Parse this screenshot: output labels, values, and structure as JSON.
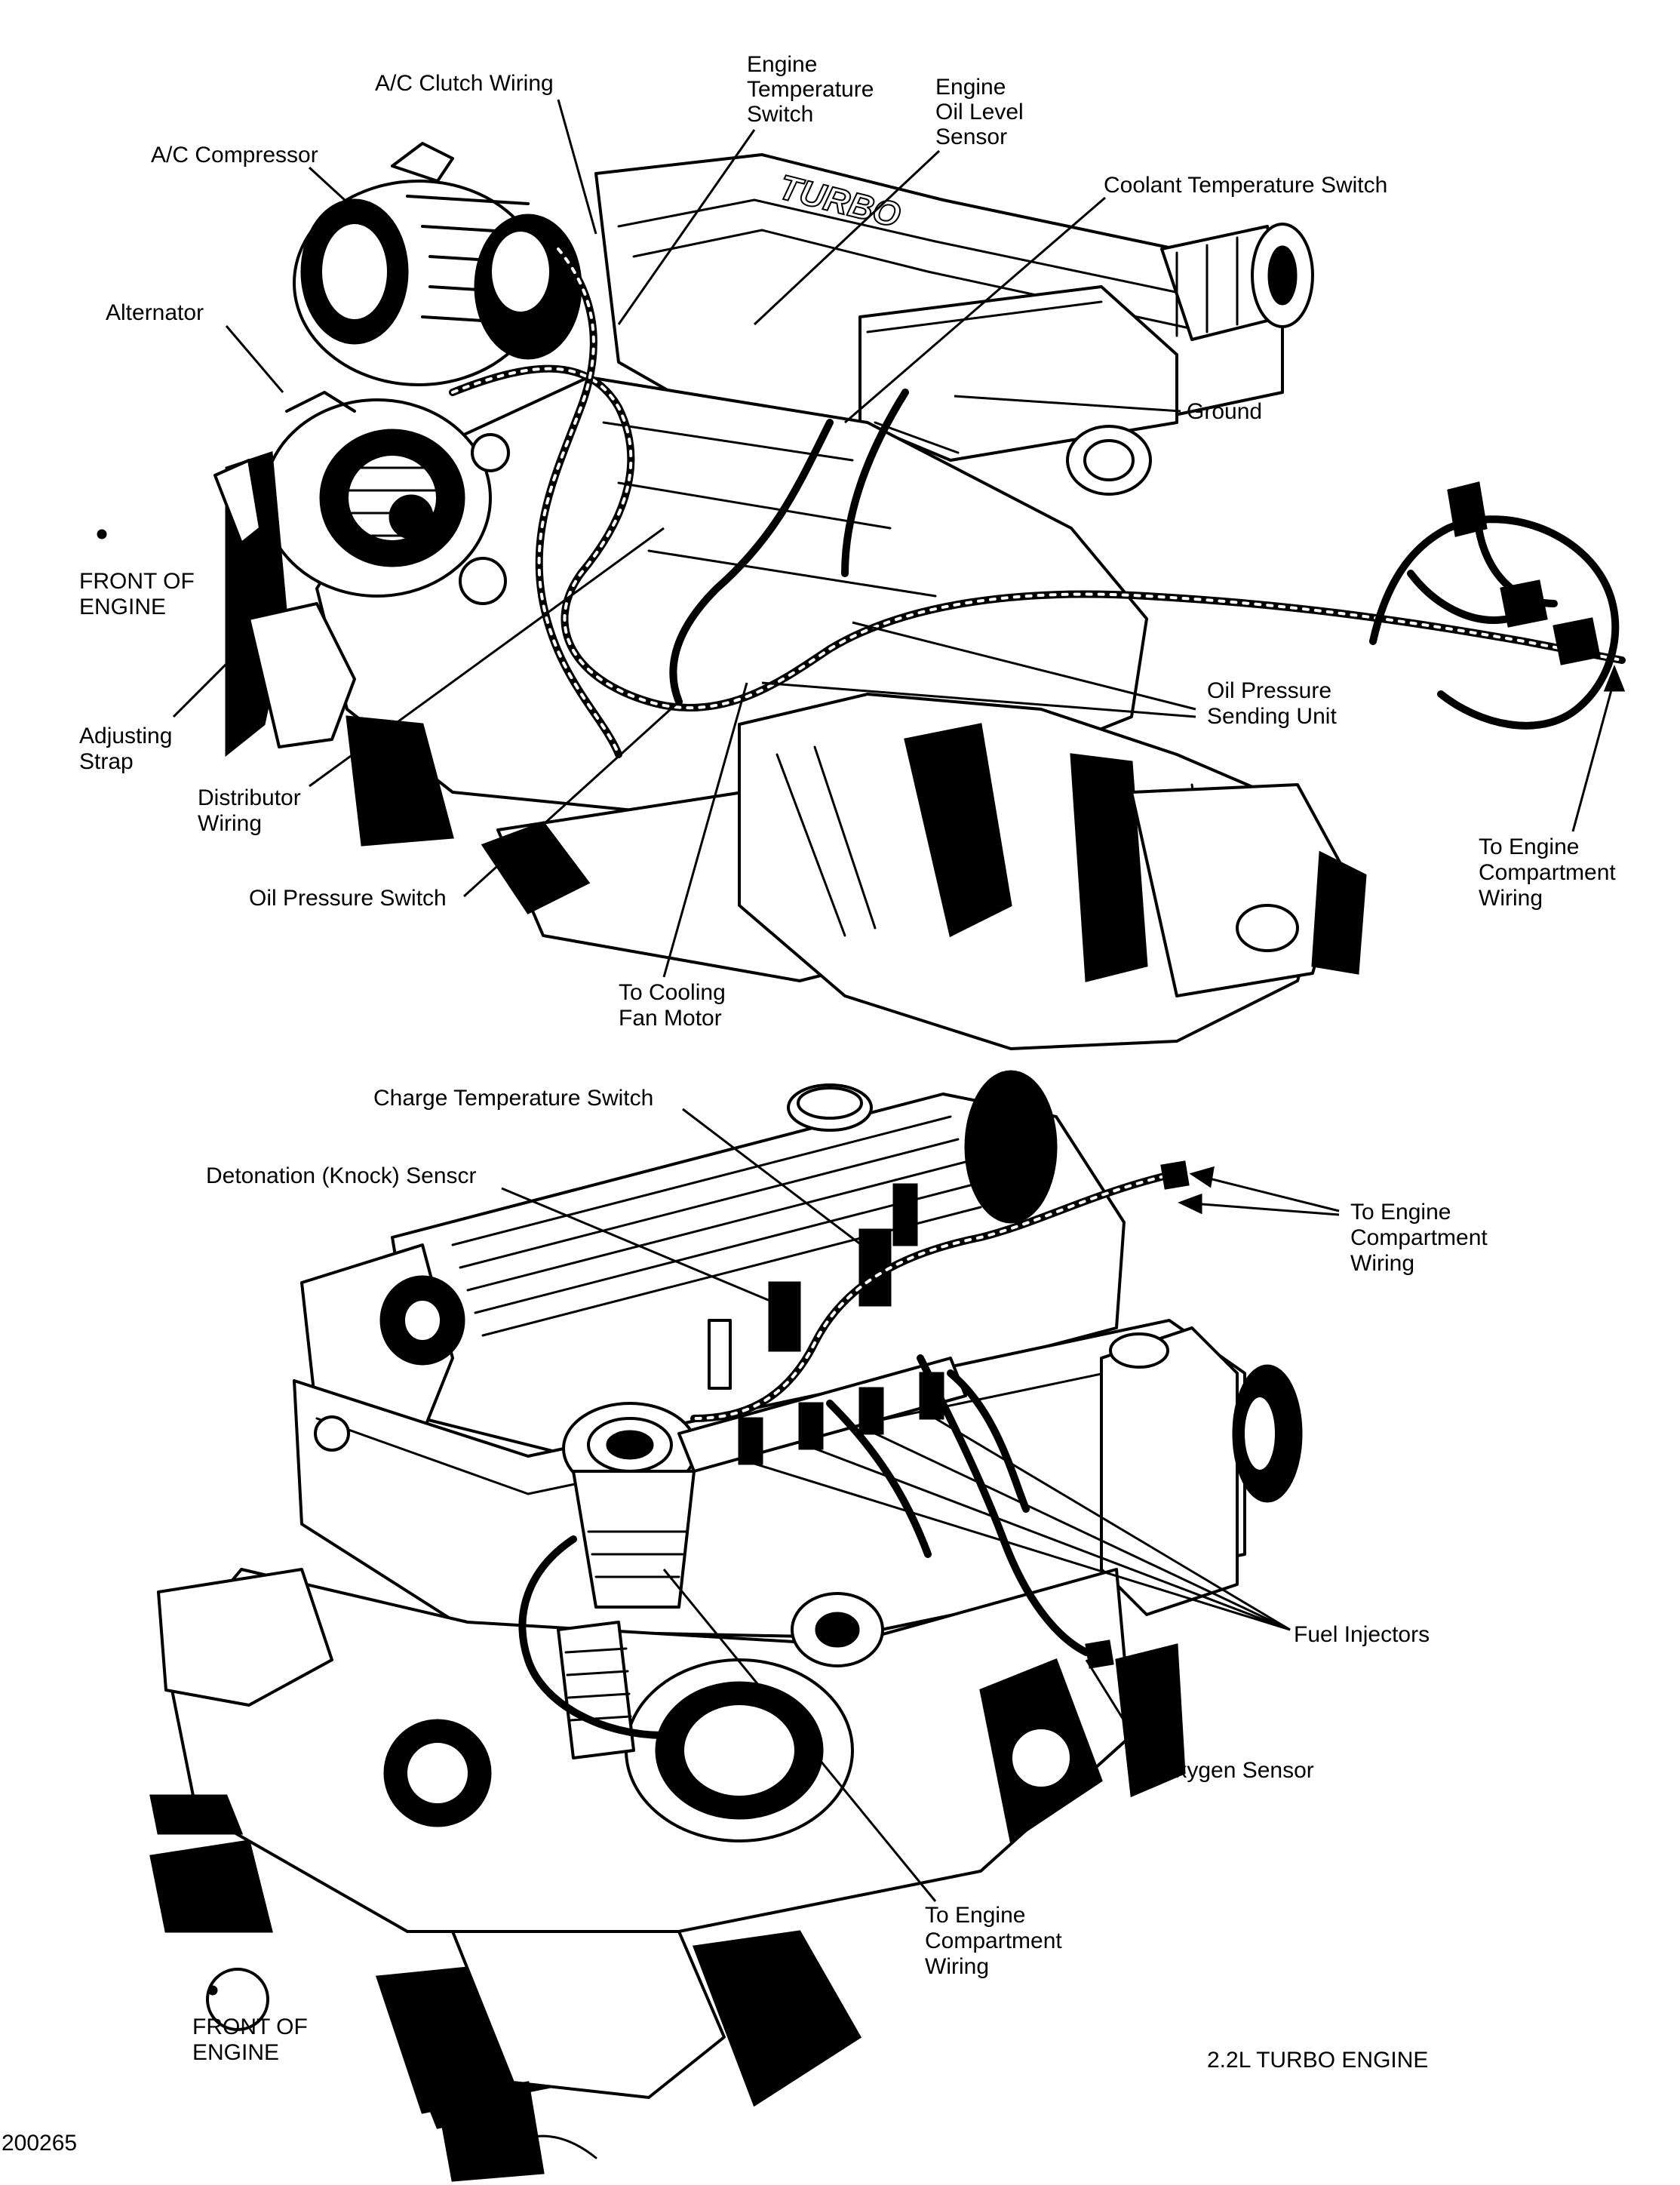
{
  "figure_id": "200265",
  "caption": "2.2L TURBO ENGINE",
  "top_view": {
    "labels": {
      "ac_clutch_wiring": "A/C Clutch Wiring",
      "ac_compressor": "A/C Compressor",
      "engine_temp_switch_1": "Engine",
      "engine_temp_switch_2": "Temperature",
      "engine_temp_switch_3": "Switch",
      "engine_oil_level_1": "Engine",
      "engine_oil_level_2": "Oil Level",
      "engine_oil_level_3": "Sensor",
      "coolant_temp_switch": "Coolant Temperature Switch",
      "alternator": "Alternator",
      "ground": "Ground",
      "front_of_engine_1": "FRONT OF",
      "front_of_engine_2": "ENGINE",
      "adjusting_strap_1": "Adjusting",
      "adjusting_strap_2": "Strap",
      "oil_pressure_sending_unit_1": "Oil Pressure",
      "oil_pressure_sending_unit_2": "Sending Unit",
      "distributor_wiring_1": "Distributor",
      "distributor_wiring_2": "Wiring",
      "oil_pressure_switch": "Oil Pressure Switch",
      "to_engine_compartment_1": "To Engine",
      "to_engine_compartment_2": "Compartment",
      "to_engine_compartment_3": "Wiring",
      "to_cooling_fan_1": "To Cooling",
      "to_cooling_fan_2": "Fan Motor"
    },
    "valve_cover_text": "TURBO"
  },
  "bottom_view": {
    "labels": {
      "charge_temp_switch": "Charge Temperature Switch",
      "detonation_sensor": "Detonation (Knock) Senscr",
      "to_engine_compartment_1": "To Engine",
      "to_engine_compartment_2": "Compartment",
      "to_engine_compartment_3": "Wiring",
      "fuel_injectors": "Fuel Injectors",
      "oxygen_sensor": "Oxygen Sensor",
      "to_engine_compartment_b1": "To Engine",
      "to_engine_compartment_b2": "Compartment",
      "to_engine_compartment_b3": "Wiring",
      "front_of_engine_1": "FRONT OF",
      "front_of_engine_2": "ENGINE"
    }
  }
}
